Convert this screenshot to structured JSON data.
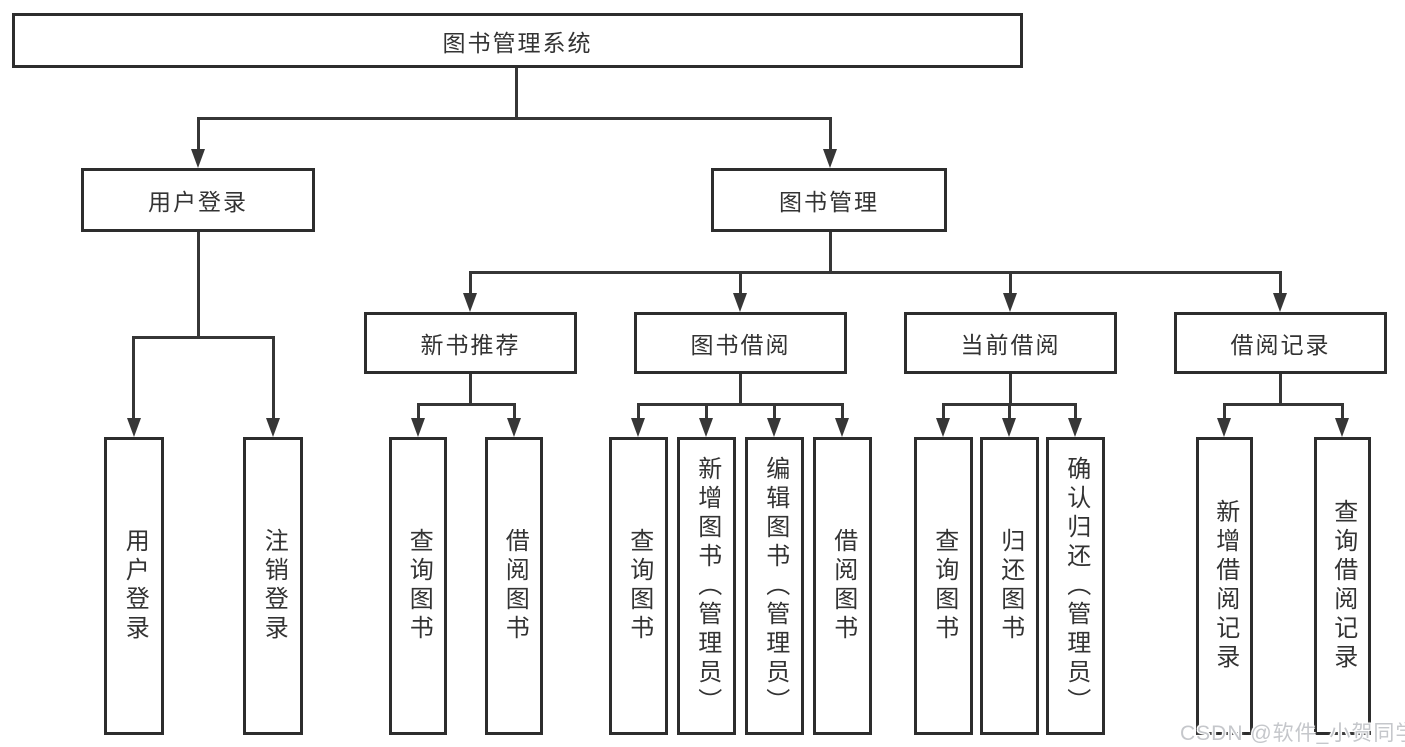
{
  "nodes": {
    "root": "图书管理系统",
    "user_login": "用户登录",
    "book_management": "图书管理",
    "new_book_recommend": "新书推荐",
    "book_borrow": "图书借阅",
    "current_borrow": "当前借阅",
    "borrow_records": "借阅记录",
    "leaf_user_login": "用户登录",
    "leaf_logout": "注销登录",
    "leaf_query_books_1": "查询图书",
    "leaf_borrow_books_1": "借阅图书",
    "leaf_query_books_2": "查询图书",
    "leaf_add_books": "新增图书（管理员）",
    "leaf_edit_books": "编辑图书（管理员）",
    "leaf_borrow_books_2": "借阅图书",
    "leaf_query_books_3": "查询图书",
    "leaf_return_books": "归还图书",
    "leaf_confirm_return": "确认归还（管理员）",
    "leaf_add_borrow_record": "新增借阅记录",
    "leaf_query_borrow_record": "查询借阅记录"
  },
  "watermark": {
    "text": "CSDN @软件_小贺同学"
  },
  "colors": {
    "line": "#363636",
    "border": "#2d2d2d",
    "text": "#333333",
    "watermark": "#c5c7cb",
    "background": "#ffffff"
  }
}
